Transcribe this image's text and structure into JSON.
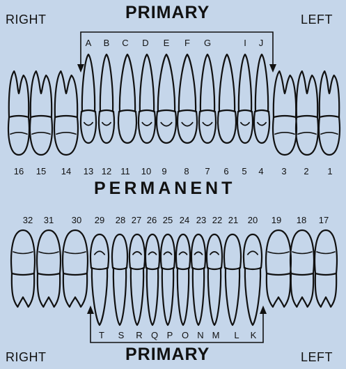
{
  "labels": {
    "right_top": "RIGHT",
    "left_top": "LEFT",
    "primary_top": "PRIMARY",
    "permanent": "PERMANENT",
    "right_bottom": "RIGHT",
    "left_bottom": "LEFT",
    "primary_bottom": "PRIMARY"
  },
  "upper_primary_letters": [
    "A",
    "B",
    "C",
    "D",
    "E",
    "F",
    "G",
    "I",
    "J"
  ],
  "upper_permanent_numbers": [
    "16",
    "15",
    "14",
    "13",
    "12",
    "11",
    "10",
    "9",
    "8",
    "7",
    "6",
    "5",
    "4",
    "3",
    "2",
    "1"
  ],
  "lower_permanent_numbers": [
    "32",
    "31",
    "30",
    "29",
    "28",
    "27",
    "26",
    "25",
    "24",
    "23",
    "22",
    "21",
    "20",
    "19",
    "18",
    "17"
  ],
  "lower_primary_letters": [
    "T",
    "S",
    "R",
    "Q",
    "P",
    "O",
    "N",
    "M",
    "L",
    "K"
  ],
  "colors": {
    "background": "#c5d6ea",
    "ink": "#111111"
  }
}
